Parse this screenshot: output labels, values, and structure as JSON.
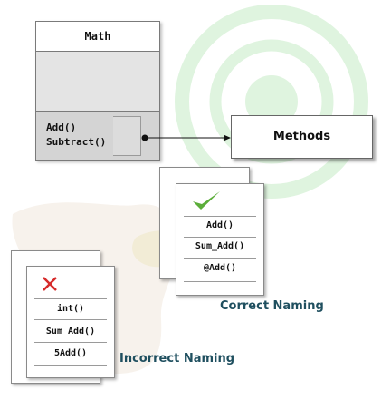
{
  "class_box": {
    "name": "Math",
    "operations": [
      "Add()",
      "Subtract()"
    ]
  },
  "methods_box": {
    "label": "Methods"
  },
  "correct_naming": {
    "caption": "Correct Naming",
    "icon": "checkmark-icon",
    "examples": [
      "Add()",
      "Sum_Add()",
      "@Add()"
    ]
  },
  "incorrect_naming": {
    "caption": "Incorrect Naming",
    "icon": "cross-icon",
    "examples": [
      "int()",
      "Sum Add()",
      "5Add()"
    ]
  },
  "colors": {
    "ring": "#d6f1d6",
    "check": "#5cae3a",
    "cross": "#d62a2a",
    "caption": "#1f4f5f"
  }
}
